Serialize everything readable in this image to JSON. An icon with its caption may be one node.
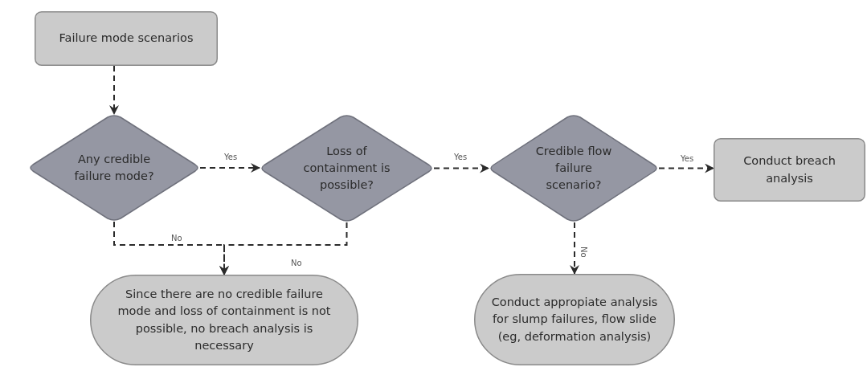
{
  "diagram": {
    "nodes": [
      {
        "text": [
          "Failure mode scenarios"
        ]
      },
      {
        "text": [
          "Any credible failure mode?"
        ]
      },
      {
        "text": [
          "Loss of containment is possible?"
        ]
      },
      {
        "text": [
          "Credible flow failure scenario?"
        ]
      },
      {
        "text": [
          "Conduct breach analysis"
        ]
      },
      {
        "text": [
          "Since there are no credible failure mode and loss of containment is not possible, no breach analysis is necessary"
        ]
      },
      {
        "text": [
          "Conduct appropiate analysis for slump failures, flow slide (eg, deformation analysis)"
        ]
      }
    ],
    "edges": [
      {
        "from": 0,
        "to": 1,
        "arrow": "to",
        "style": "dashed"
      },
      {
        "from": 1,
        "to": 2,
        "arrow": "to",
        "style": "dashed",
        "label": "Yes"
      },
      {
        "from": 2,
        "to": 3,
        "arrow": "to",
        "style": "dashed",
        "label": "Yes"
      },
      {
        "from": 3,
        "to": 4,
        "arrow": "to",
        "style": "dashed",
        "label": "Yes"
      },
      {
        "from": 1,
        "to": 5,
        "arrow": "to",
        "style": "dashed",
        "label": "No"
      },
      {
        "from": 2,
        "to": 5,
        "arrow": "to",
        "style": "dashed",
        "label": "No"
      },
      {
        "from": 3,
        "to": 6,
        "arrow": "to",
        "style": "dashed",
        "label": "No"
      }
    ]
  }
}
